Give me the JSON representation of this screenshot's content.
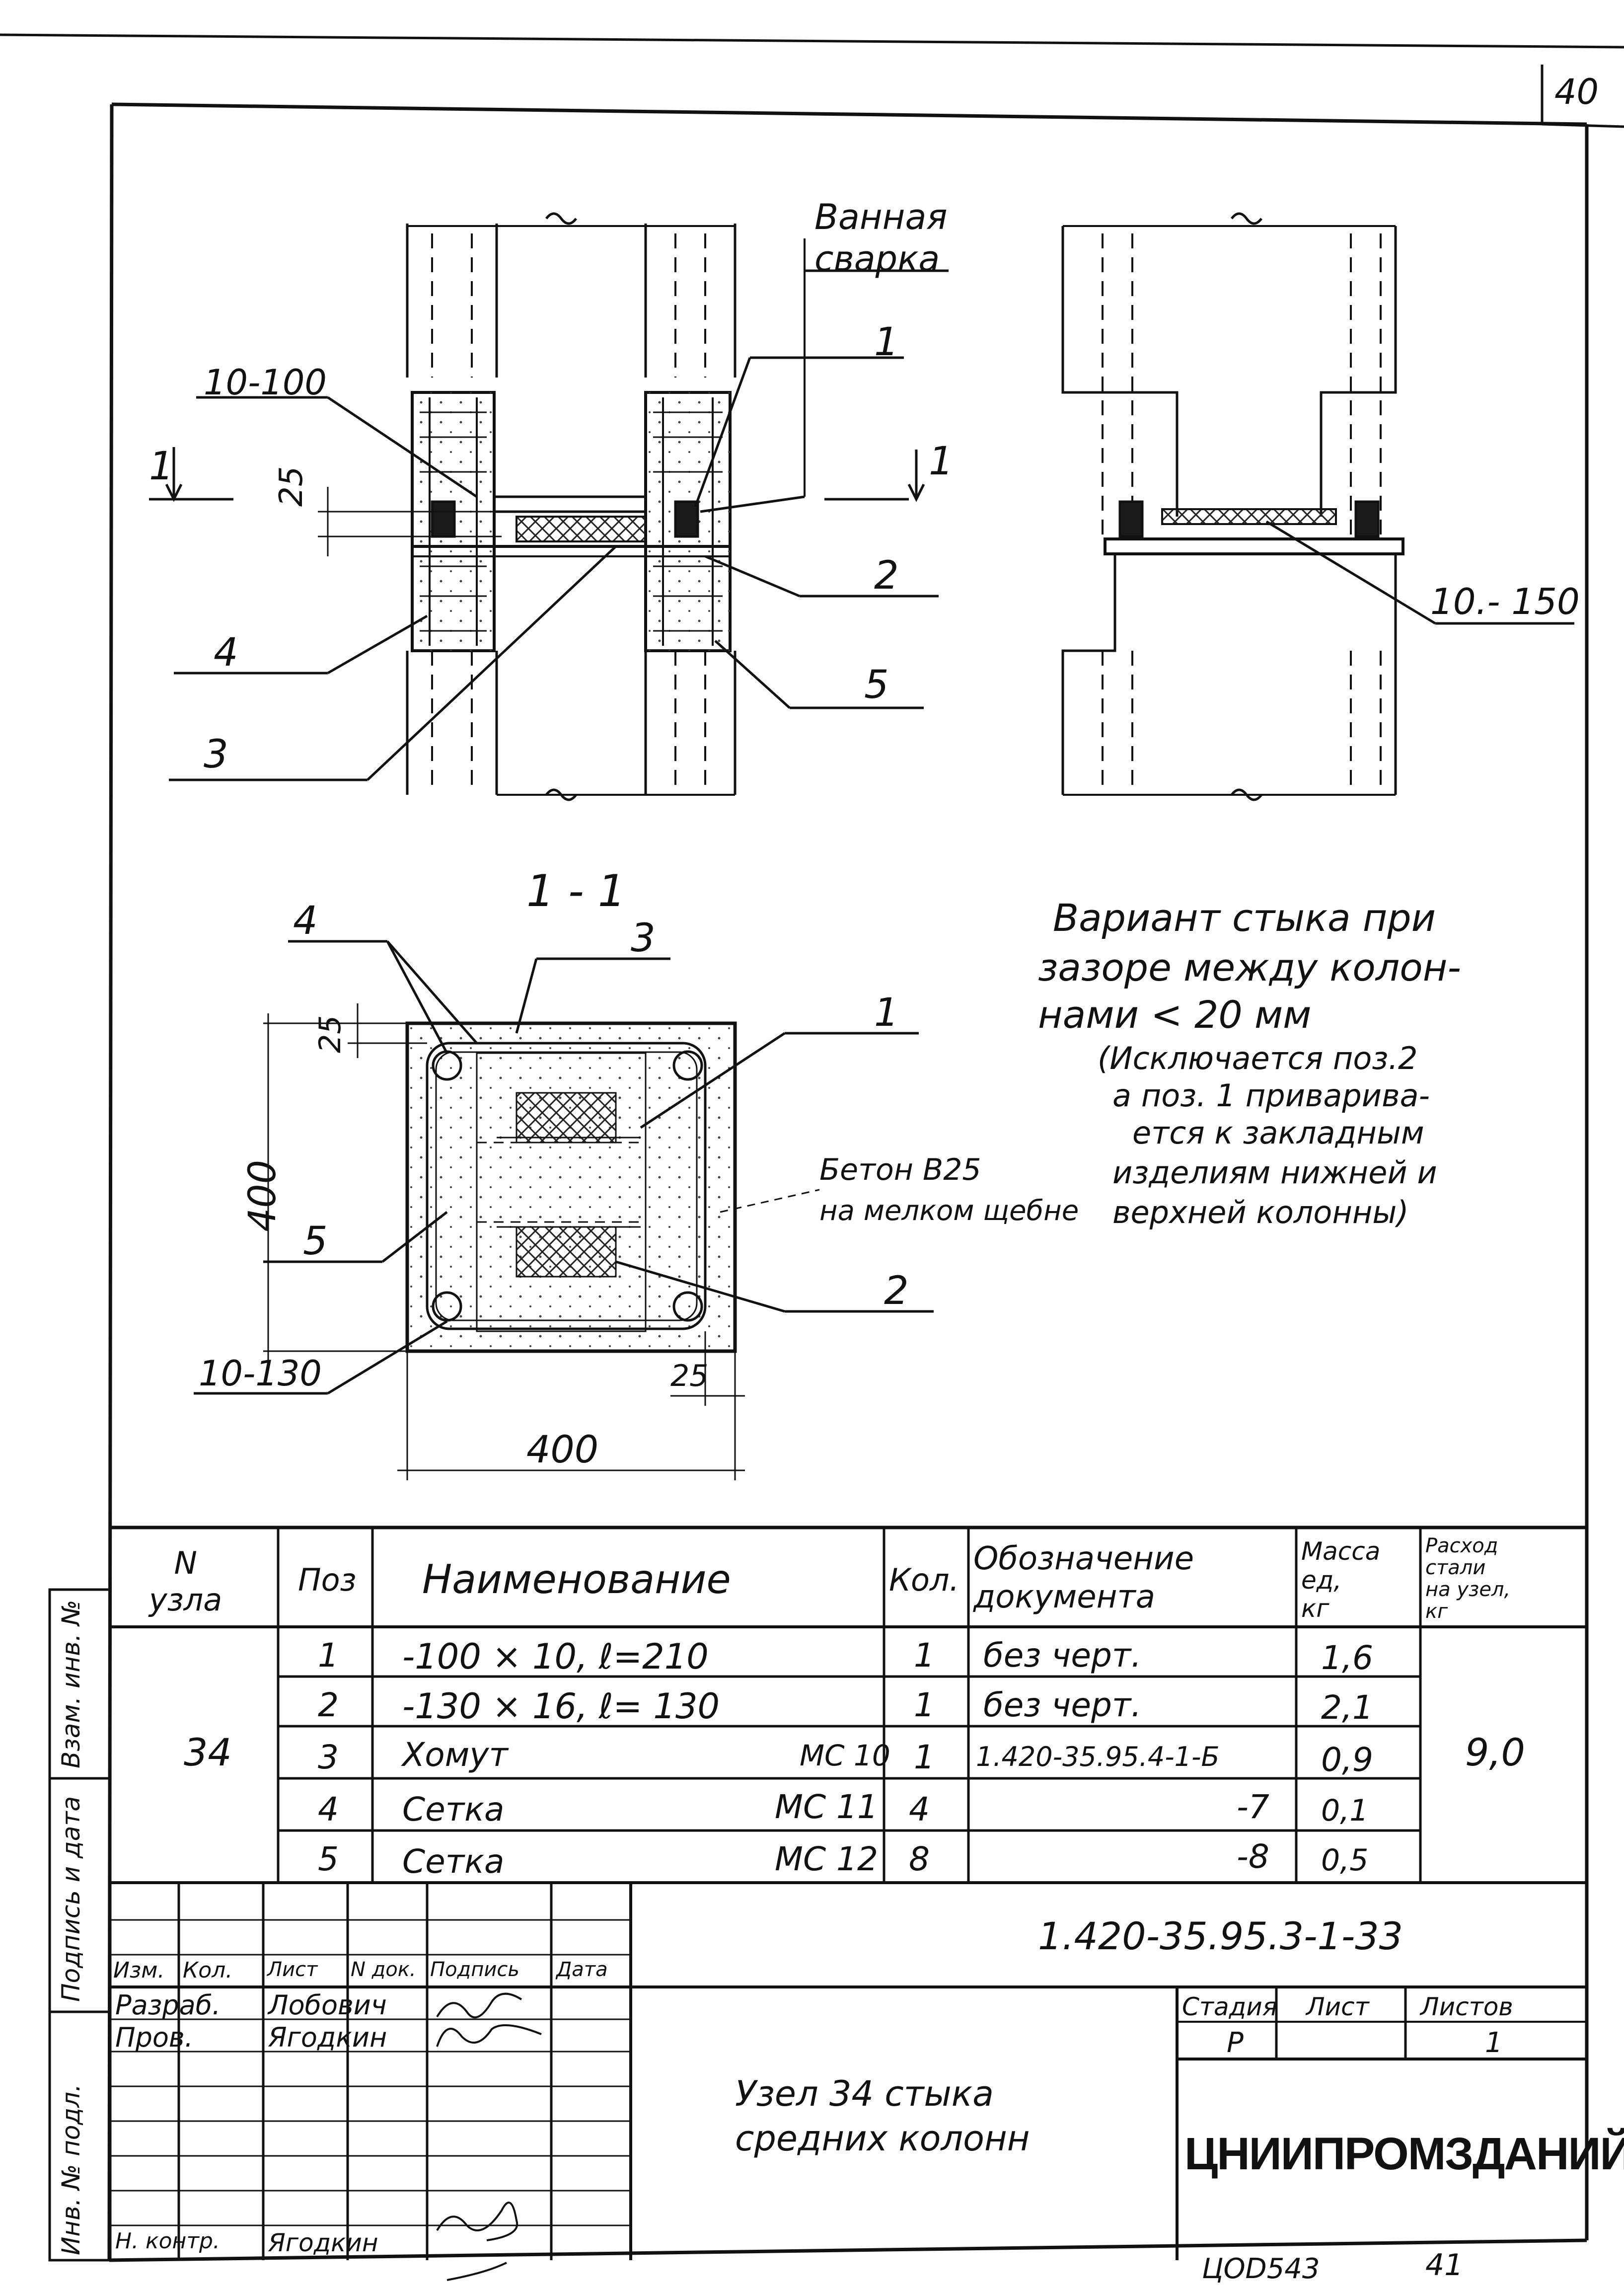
{
  "page_number": "40",
  "drawing": {
    "elevation_left": {
      "welding_label": "Ванная\nсварка",
      "callouts": [
        "10-100",
        "25",
        "1",
        "1",
        "1",
        "2",
        "3",
        "4",
        "5"
      ]
    },
    "elevation_right": {
      "callouts": [
        "10.- 150"
      ]
    },
    "section": {
      "title": "1 - 1",
      "dims": [
        "400",
        "400",
        "25",
        "25",
        "10-130"
      ],
      "callouts": [
        "1",
        "2",
        "3",
        "4",
        "5"
      ],
      "concrete_note_line1": "Бетон В25",
      "concrete_note_line2": "на мелком щебне"
    },
    "variant_note": {
      "line1": "Вариант стыка при",
      "line2": "зазоре между колон-",
      "line3": "нами < 20 мм",
      "line4": "(Исключается поз.2",
      "line5": "а поз. 1 приварива-",
      "line6": "ется к закладным",
      "line7": "изделиям нижней и",
      "line8": "верхней колонны)"
    }
  },
  "spec_table": {
    "headers": {
      "node": "N\nузла",
      "pos": "Поз",
      "name": "Наименование",
      "qty": "Кол.",
      "doc": "Обозначение\nдокумента",
      "mass": "Масса\nед,\nкг",
      "steel": "Расход\nстали\nна узел,\nкг"
    },
    "node_number": "34",
    "total_steel": "9,0",
    "rows": [
      {
        "pos": "1",
        "name": "-100 × 10, ℓ=210",
        "mark": "",
        "qty": "1",
        "doc": "без черт.",
        "mass": "1,6"
      },
      {
        "pos": "2",
        "name": "-130 × 16, ℓ= 130",
        "mark": "",
        "qty": "1",
        "doc": "без черт.",
        "mass": "2,1"
      },
      {
        "pos": "3",
        "name": "Хомут",
        "mark": "МС 10",
        "qty": "1",
        "doc": "1.420-35.95.4-1-Б",
        "mass": "0,9"
      },
      {
        "pos": "4",
        "name": "Сетка",
        "mark": "МС 11",
        "qty": "4",
        "doc": "-7",
        "mass": "0,1"
      },
      {
        "pos": "5",
        "name": "Сетка",
        "mark": "МС 12",
        "qty": "8",
        "doc": "-8",
        "mass": "0,5"
      }
    ]
  },
  "title_block": {
    "designation": "1.420-35.95.3-1-33",
    "heads": [
      "Изм.",
      "Кол.",
      "Лист",
      "N док.",
      "Подпись",
      "Дата"
    ],
    "roles": [
      {
        "role": "Разраб.",
        "name": "Лобович",
        "signature": "Лобов"
      },
      {
        "role": "Пров.",
        "name": "Ягодкин",
        "signature": "Ягод"
      },
      {
        "role": "Н. контр.",
        "name": "Ягодкин",
        "signature": "Ягод"
      }
    ],
    "sheet_title_line1": "Узел 34 стыка",
    "sheet_title_line2": "средних колонн",
    "stage_label": "Стадия",
    "sheet_label": "Лист",
    "sheets_label": "Листов",
    "stage": "Р",
    "sheet": "",
    "sheets": "1",
    "organization": "ЦНИИПРОМЗДАНИЙ"
  },
  "side_stamps": [
    "Взам. инв. №",
    "Подпись и дата",
    "Инв. № подл."
  ],
  "archive_number": "ЦОD543",
  "archive_sheet": "41"
}
